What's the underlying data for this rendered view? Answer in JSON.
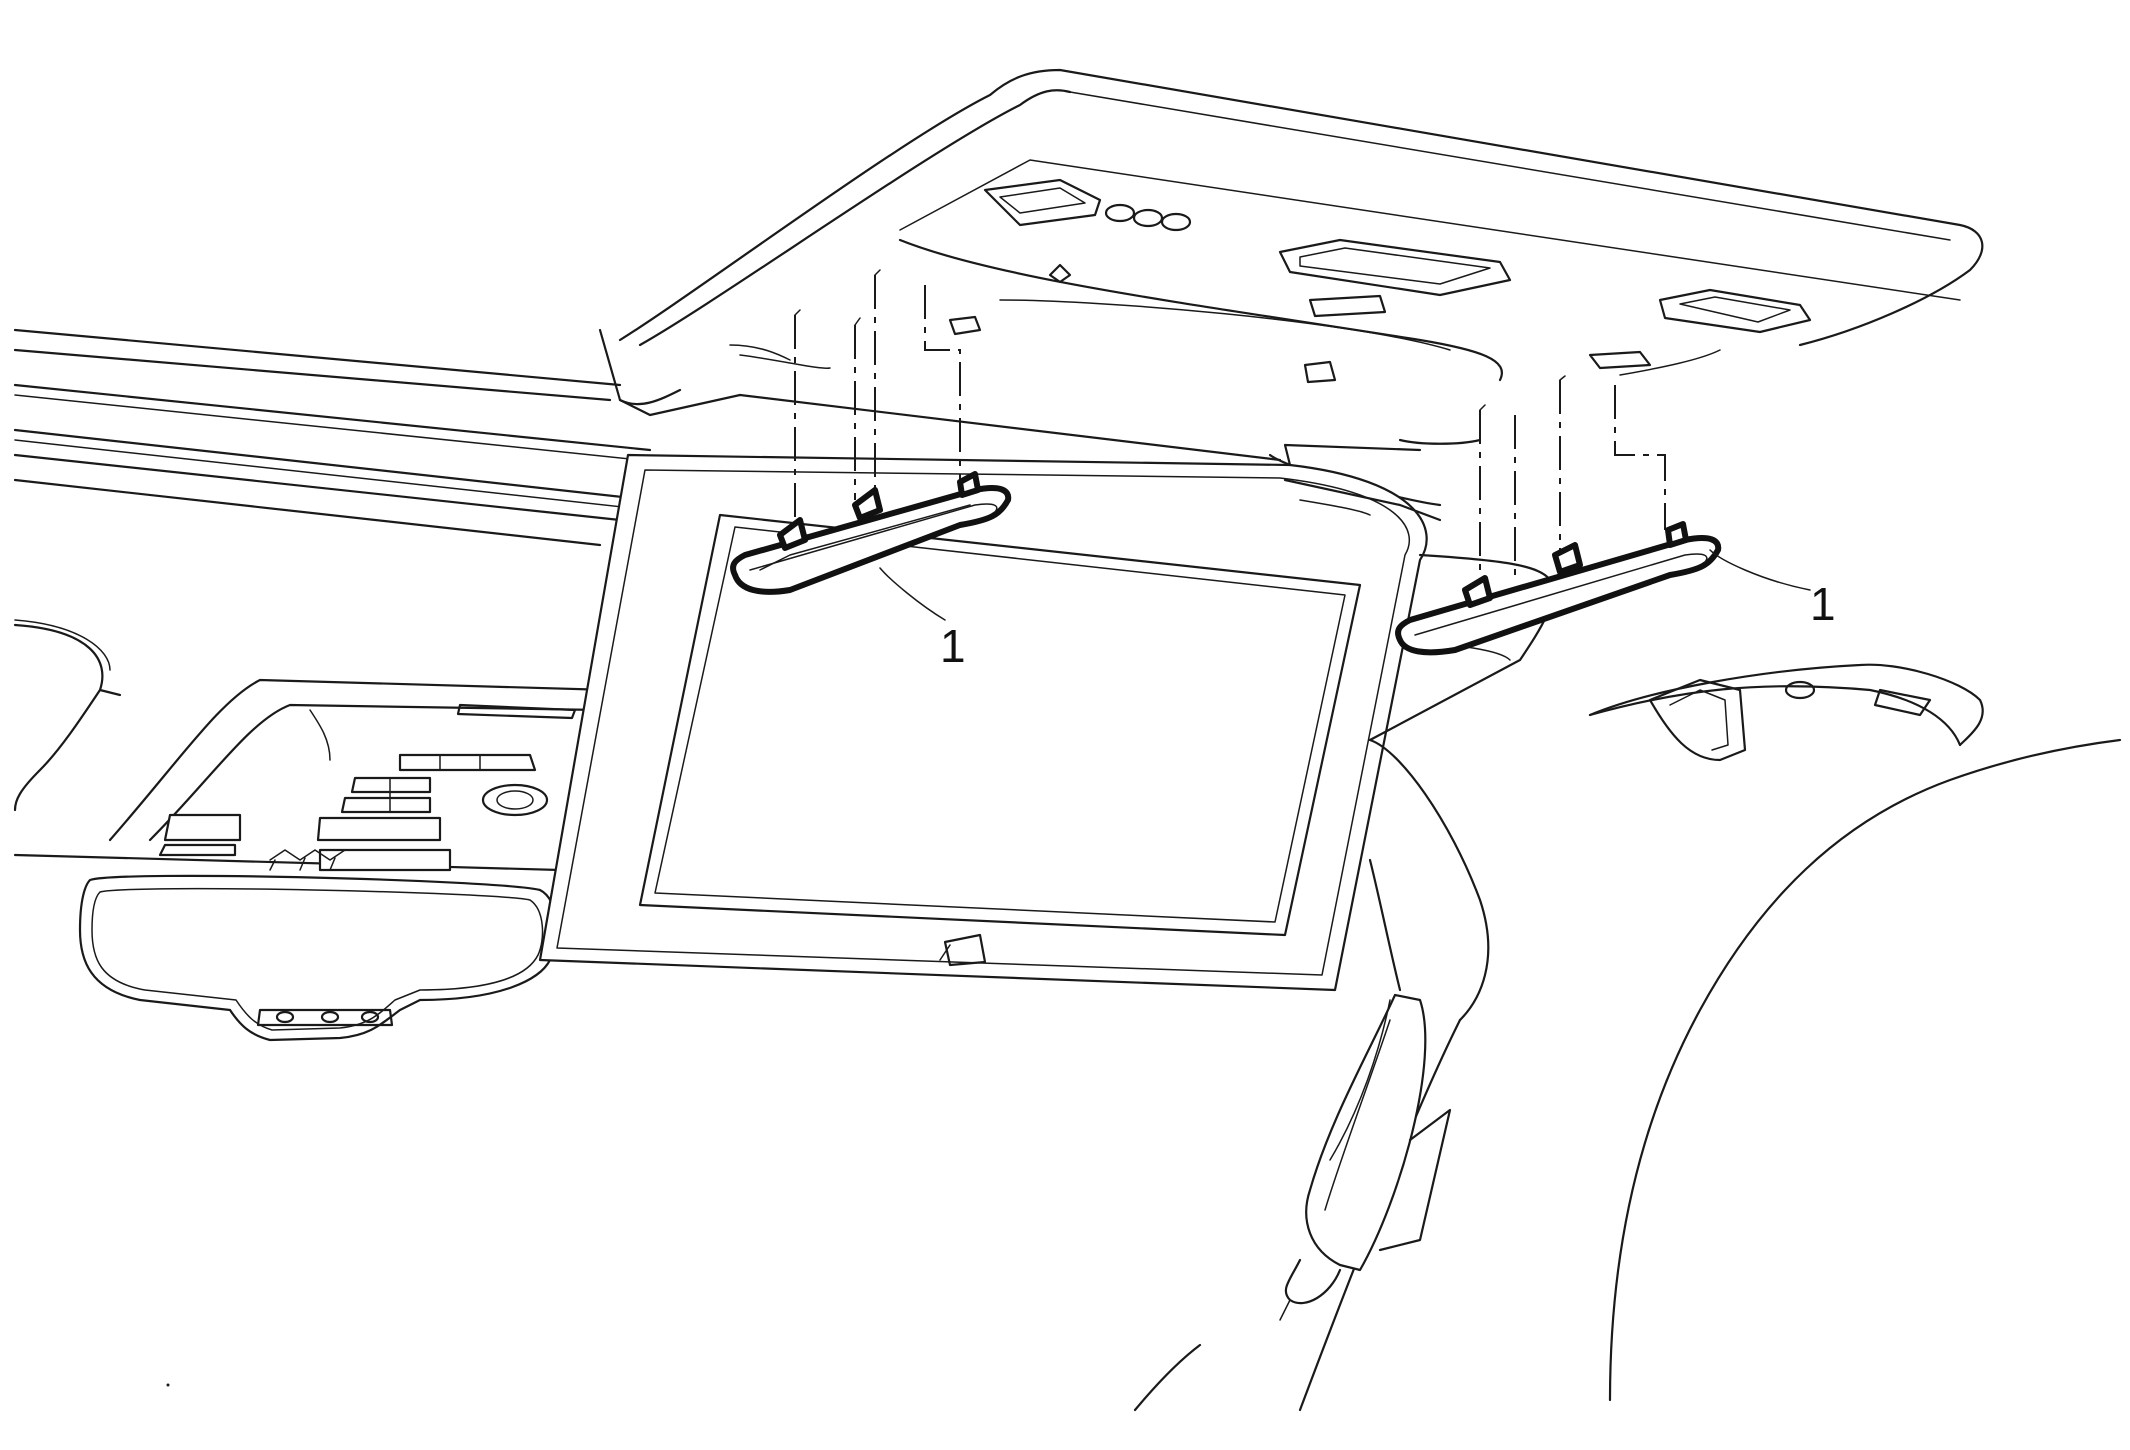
{
  "callouts": [
    {
      "id": "callout-left",
      "label": "1"
    },
    {
      "id": "callout-right",
      "label": "1"
    }
  ],
  "colors": {
    "line": "#1a1a1a",
    "background": "#ffffff"
  }
}
